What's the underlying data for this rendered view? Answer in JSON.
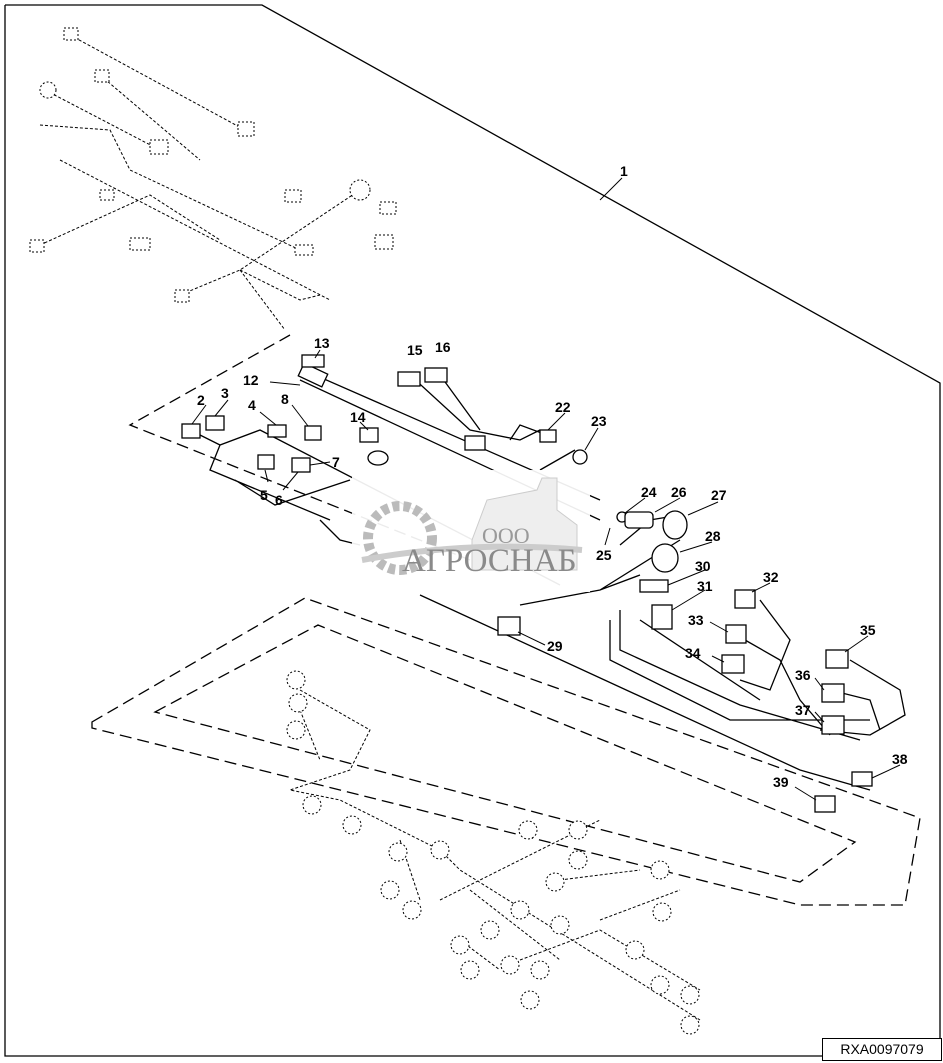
{
  "diagram": {
    "callouts": [
      "1",
      "2",
      "3",
      "4",
      "5",
      "6",
      "7",
      "8",
      "12",
      "13",
      "14",
      "15",
      "16",
      "22",
      "23",
      "24",
      "25",
      "26",
      "27",
      "28",
      "29",
      "30",
      "31",
      "32",
      "33",
      "34",
      "35",
      "36",
      "37",
      "38",
      "39"
    ],
    "drawing_code": "RXA0097079"
  },
  "watermark": {
    "prefix": "ООО",
    "name": "АГРОСНАБ"
  }
}
